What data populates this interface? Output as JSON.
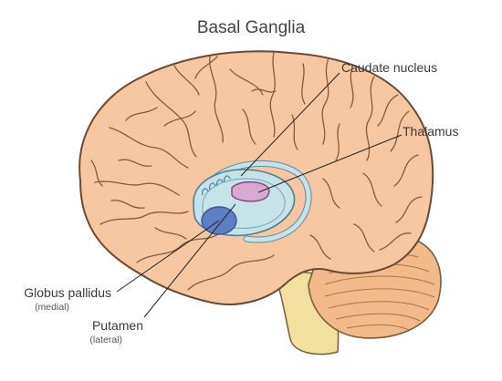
{
  "title": "Basal Ganglia",
  "labels": {
    "caudate": "Caudate nucleus",
    "thalamus": "Thalamus",
    "globus_pallidus": "Globus pallidus",
    "globus_pallidus_note": "(medial)",
    "putamen": "Putamen",
    "putamen_note": "(lateral)"
  },
  "colors": {
    "cortex": "#f6c7a1",
    "cerebellum": "#f2b98a",
    "brainstem": "#f3dfa0",
    "basal_ganglia_outer": "#c7e3ea",
    "globus_pallidus": "#5d7fc4",
    "thalamus": "#d9a9cf",
    "outline": "#6a4a34",
    "leader": "#222222"
  }
}
